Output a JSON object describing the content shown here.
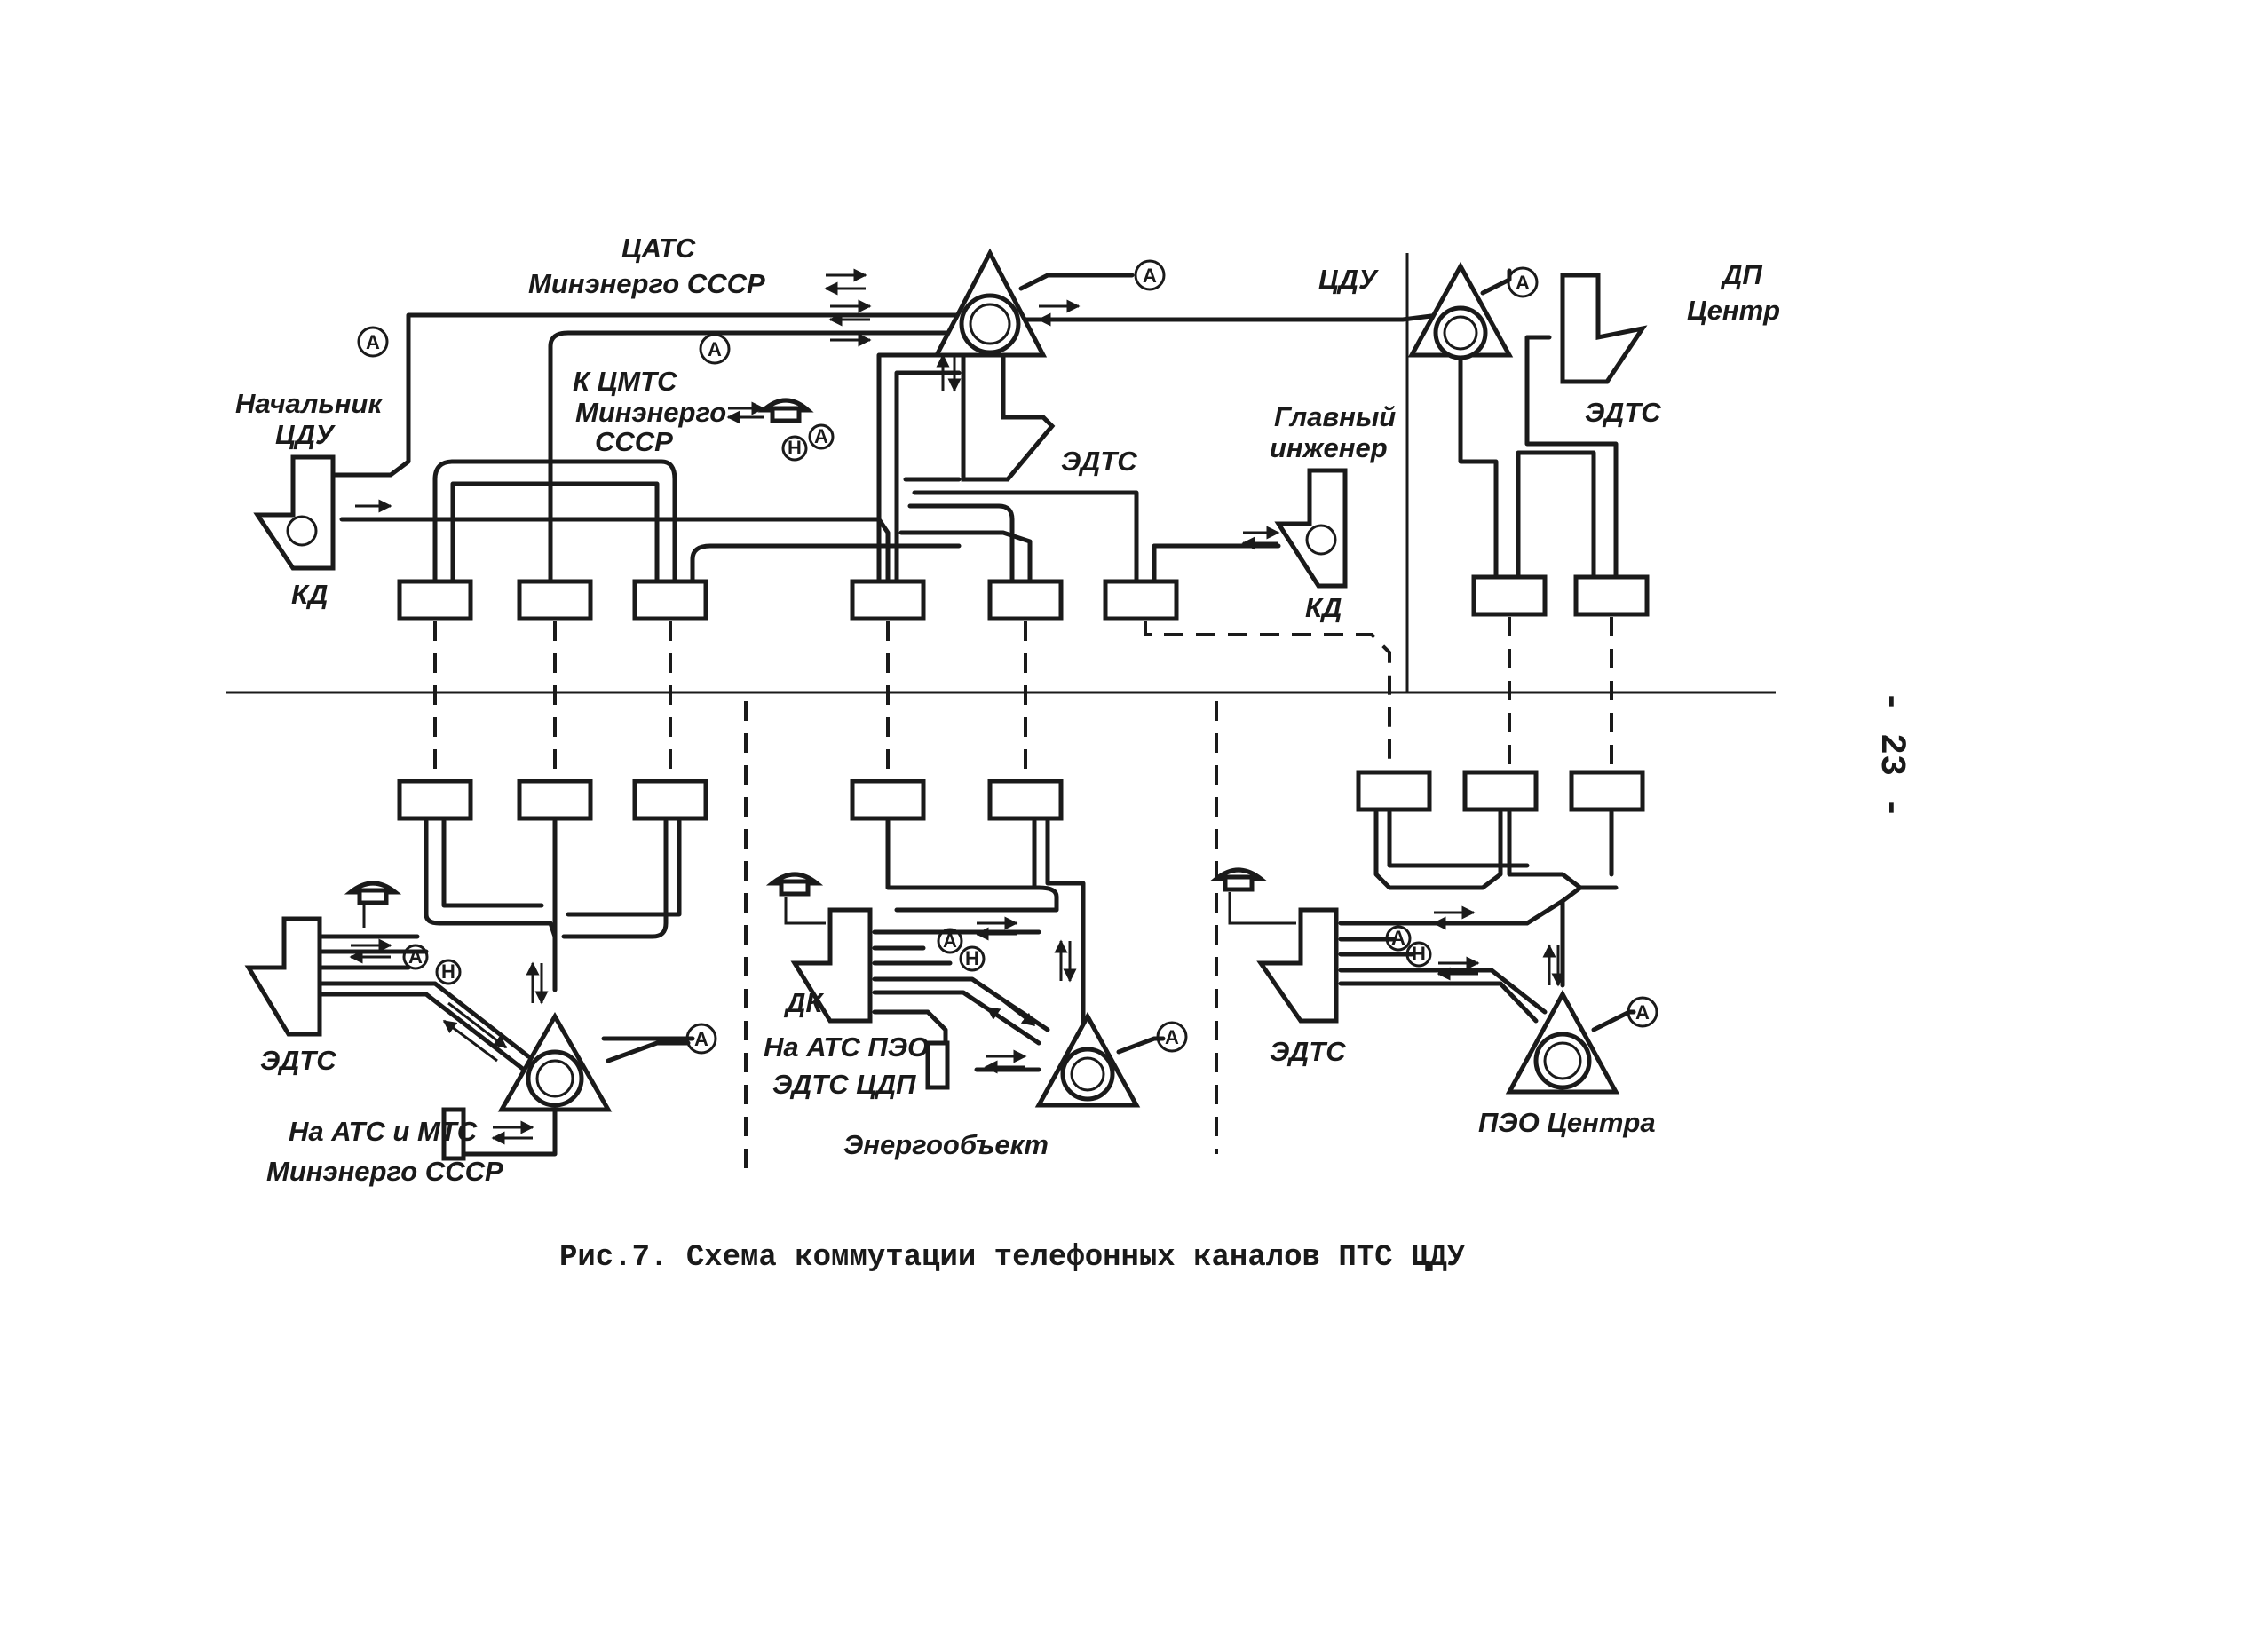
{
  "labels": {
    "tsats": "ЦАТС",
    "minenergo_top": "Минэнерго СССР",
    "k_tsmts": "К ЦМТС",
    "minenergo_mid": "Минэнерго",
    "sssr_mid": "СССР",
    "nachalnik": "Начальник",
    "tsdu_left": "ЦДУ",
    "kd_left": "КД",
    "edts_top": "ЭДТС",
    "glavny": "Главный",
    "inzhener": "инженер",
    "kd_right": "КД",
    "tsdu_top": "ЦДУ",
    "dp": "ДП",
    "tsentr": "Центр",
    "edts_dp": "ЭДТС",
    "edts_bl": "ЭДТС",
    "na_ats_mts": "На АТС и МТС",
    "minenergo_bl": "Минэнерго СССР",
    "dk": "ДК",
    "na_ats_peo": "На АТС ПЭО",
    "edts_tsdp": "ЭДТС ЦДП",
    "energoobekt": "Энергообъект",
    "edts_br": "ЭДТС",
    "peo_tsentra": "ПЭО Центра"
  },
  "symbols": {
    "a": "А",
    "n": "Н"
  },
  "caption": "Рис.7. Схема коммутации телефонных каналов ПТС ЦДУ",
  "page_number": "- 23 -"
}
